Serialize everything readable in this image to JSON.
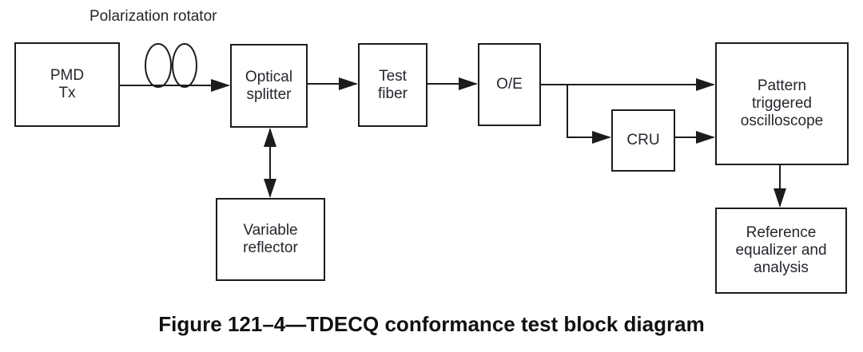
{
  "diagram": {
    "annotation": "Polarization rotator",
    "nodes": {
      "pmd_tx": {
        "label": "PMD\nTx"
      },
      "optical_splitter": {
        "label": "Optical\nsplitter"
      },
      "test_fiber": {
        "label": "Test\nfiber"
      },
      "oe": {
        "label": "O/E"
      },
      "cru": {
        "label": "CRU"
      },
      "oscilloscope": {
        "label": "Pattern\ntriggered\noscilloscope"
      },
      "variable_reflector": {
        "label": "Variable\nreflector"
      },
      "reference_equalizer": {
        "label": "Reference\nequalizer and\nanalysis"
      }
    },
    "connections": [
      {
        "from": "PMD Tx",
        "to": "Optical splitter",
        "type": "arrow",
        "via": "polarization rotator coils"
      },
      {
        "from": "Optical splitter",
        "to": "Test fiber",
        "type": "arrow"
      },
      {
        "from": "Test fiber",
        "to": "O/E",
        "type": "arrow"
      },
      {
        "from": "O/E",
        "to": "Pattern triggered oscilloscope",
        "type": "arrow"
      },
      {
        "from": "O/E",
        "to": "CRU",
        "type": "arrow"
      },
      {
        "from": "CRU",
        "to": "Pattern triggered oscilloscope",
        "type": "arrow"
      },
      {
        "from": "Optical splitter",
        "to": "Variable reflector",
        "type": "double-arrow"
      },
      {
        "from": "Pattern triggered oscilloscope",
        "to": "Reference equalizer and analysis",
        "type": "arrow"
      }
    ],
    "caption": "Figure 121–4—TDECQ conformance test block diagram"
  },
  "colors": {
    "line": "#1c1c1c",
    "text": "#26262e",
    "caption_text": "#111111",
    "background": "#ffffff"
  }
}
